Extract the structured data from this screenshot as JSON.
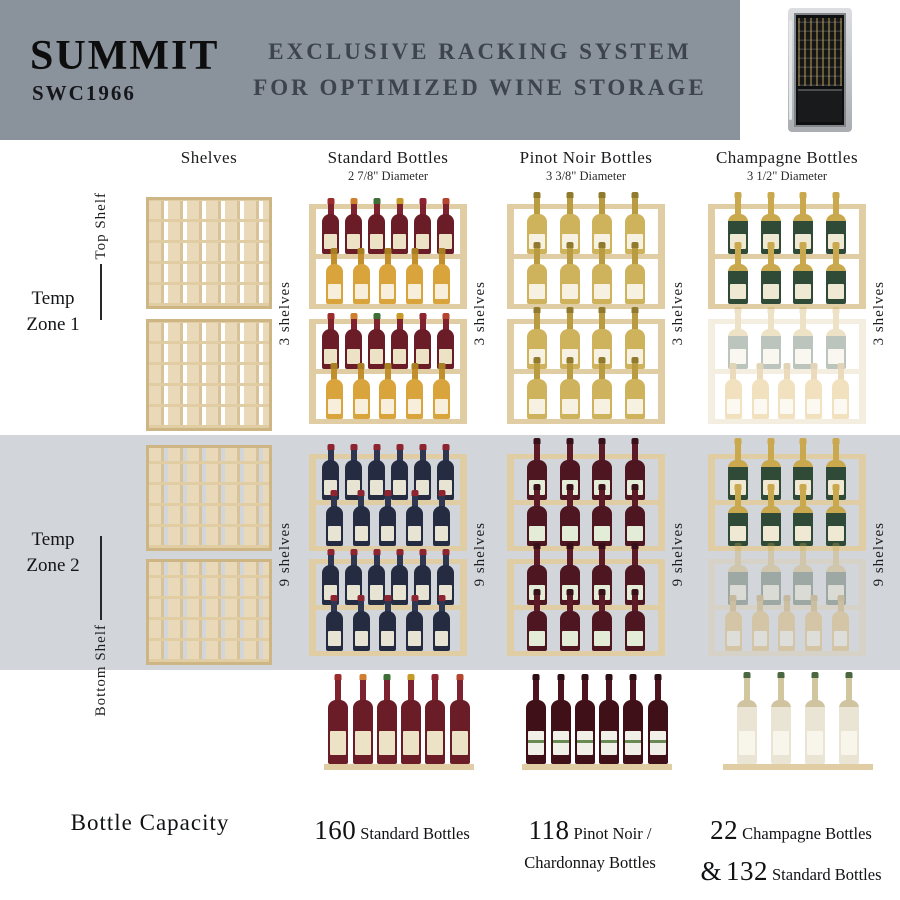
{
  "header": {
    "brand": "SUMMIT",
    "model": "SWC1966",
    "title1": "EXCLUSIVE RACKING SYSTEM",
    "title2": "FOR OPTIMIZED WINE STORAGE"
  },
  "columns": [
    {
      "label": "Shelves",
      "sub": ""
    },
    {
      "label": "Standard Bottles",
      "sub": "2 7/8\" Diameter"
    },
    {
      "label": "Pinot Noir Bottles",
      "sub": "3 3/8\" Diameter"
    },
    {
      "label": "Champagne Bottles",
      "sub": "3 1/2\" Diameter"
    }
  ],
  "zones": [
    {
      "line1": "Temp",
      "line2": "Zone 1",
      "shelf_pointer": "Top Shelf",
      "count": "3 shelves"
    },
    {
      "line1": "Temp",
      "line2": "Zone 2",
      "shelf_pointer": "Bottom Shelf",
      "count": "9 shelves"
    }
  ],
  "capacity": {
    "title": "Bottle Capacity",
    "standard": {
      "num": "160",
      "text": "Standard Bottles"
    },
    "pinot": {
      "num": "118",
      "text1": "Pinot Noir /",
      "text2": "Chardonnay Bottles"
    },
    "champagne": {
      "num1": "22",
      "text1": "Champagne Bottles",
      "amp": "&",
      "num2": "132",
      "text2": "Standard Bottles"
    }
  },
  "racks": {
    "zone1": {
      "standard": [
        {
          "rows": [
            [
              "red",
              6
            ],
            [
              "white",
              5
            ]
          ]
        },
        {
          "rows": [
            [
              "red",
              6
            ],
            [
              "white",
              5
            ]
          ]
        }
      ],
      "pinot": [
        {
          "rows": [
            [
              "chard",
              4
            ],
            [
              "chard",
              4
            ]
          ]
        },
        {
          "rows": [
            [
              "chard",
              4
            ],
            [
              "chard",
              4
            ]
          ]
        }
      ],
      "champagne": [
        {
          "rows": [
            [
              "champ",
              4
            ],
            [
              "champ",
              4
            ]
          ]
        },
        {
          "rows": [
            [
              "champ",
              4
            ],
            [
              "white",
              5
            ]
          ],
          "faded": true
        }
      ]
    },
    "zone2": {
      "standard": [
        {
          "rows": [
            [
              "navy",
              6
            ],
            [
              "navy",
              5
            ]
          ]
        },
        {
          "rows": [
            [
              "navy",
              6
            ],
            [
              "navy",
              5
            ]
          ]
        }
      ],
      "pinot": [
        {
          "rows": [
            [
              "pinot",
              4
            ],
            [
              "pinot",
              4
            ]
          ]
        },
        {
          "rows": [
            [
              "pinot",
              4
            ],
            [
              "pinot",
              4
            ]
          ]
        }
      ],
      "champagne": [
        {
          "rows": [
            [
              "champ",
              4
            ],
            [
              "champ",
              4
            ]
          ]
        },
        {
          "rows": [
            [
              "champ",
              4
            ],
            [
              "white",
              5
            ]
          ],
          "faded": true
        }
      ]
    },
    "bottom": {
      "standard": {
        "rows": [
          [
            "red",
            6
          ]
        ],
        "tall": true
      },
      "pinot": {
        "rows": [
          [
            "pinotb",
            6
          ]
        ],
        "tall": true
      },
      "champagne": {
        "rows": [
          [
            "champb",
            4
          ]
        ],
        "tall": true
      }
    }
  },
  "colors": {
    "header-bg": "#8a929c",
    "zone2-bg": "#d2d5d9",
    "wood": "#e0cda4",
    "wood-dark": "#cdb684",
    "title": "#3e444d"
  }
}
